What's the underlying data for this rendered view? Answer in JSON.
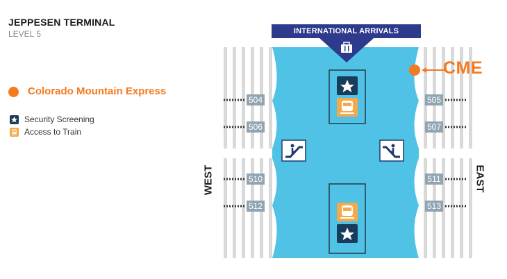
{
  "header": {
    "title": "JEPPESEN TERMINAL",
    "subtitle": "LEVEL 5"
  },
  "legend": {
    "main_label": "Colorado Mountain Express",
    "items": [
      {
        "label": "Security Screening",
        "icon": "star-icon",
        "color": "#183d5c"
      },
      {
        "label": "Access to Train",
        "icon": "train-icon",
        "color": "#f5a94b"
      }
    ]
  },
  "map": {
    "banner": "INTERNATIONAL ARRIVALS",
    "marker_label": "CME",
    "west_label": "WEST",
    "east_label": "EAST",
    "gates": {
      "g504": "504",
      "g506": "506",
      "g510": "510",
      "g512": "512",
      "g505": "505",
      "g507": "507",
      "g511": "511",
      "g513": "513"
    },
    "colors": {
      "hall": "#4fc2e5",
      "banner": "#2e3a8c",
      "marker": "#f47a20",
      "security": "#183d5c",
      "train": "#f5a94b",
      "gate": "#90a5b1",
      "stripe": "#d9d9d9"
    }
  }
}
